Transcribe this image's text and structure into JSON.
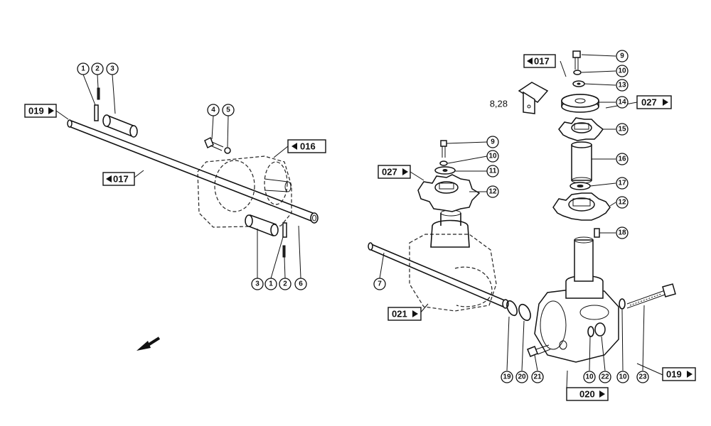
{
  "callouts": {
    "c1a": "1",
    "c2a": "2",
    "c3a": "3",
    "c4": "4",
    "c5": "5",
    "c3b": "3",
    "c1b": "1",
    "c2b": "2",
    "c6": "6",
    "c7": "7",
    "c9a": "9",
    "c10a": "10",
    "c11": "11",
    "c12a": "12",
    "c9b": "9",
    "c10b": "10",
    "c13": "13",
    "c14": "14",
    "c15": "15",
    "c16": "16",
    "c17": "17",
    "c12b": "12",
    "c18": "18",
    "c19": "19",
    "c20": "20",
    "c21": "21",
    "c10c": "10",
    "c22": "22",
    "c10d": "10",
    "c23": "23"
  },
  "refs": {
    "r019_left": "019",
    "r017_left": "017",
    "r016": "016",
    "r027_left": "027",
    "r017_right": "017",
    "r027_right": "027",
    "r021": "021",
    "r019_right": "019",
    "r020": "020"
  },
  "labels": {
    "bracket_part": "8,28"
  }
}
